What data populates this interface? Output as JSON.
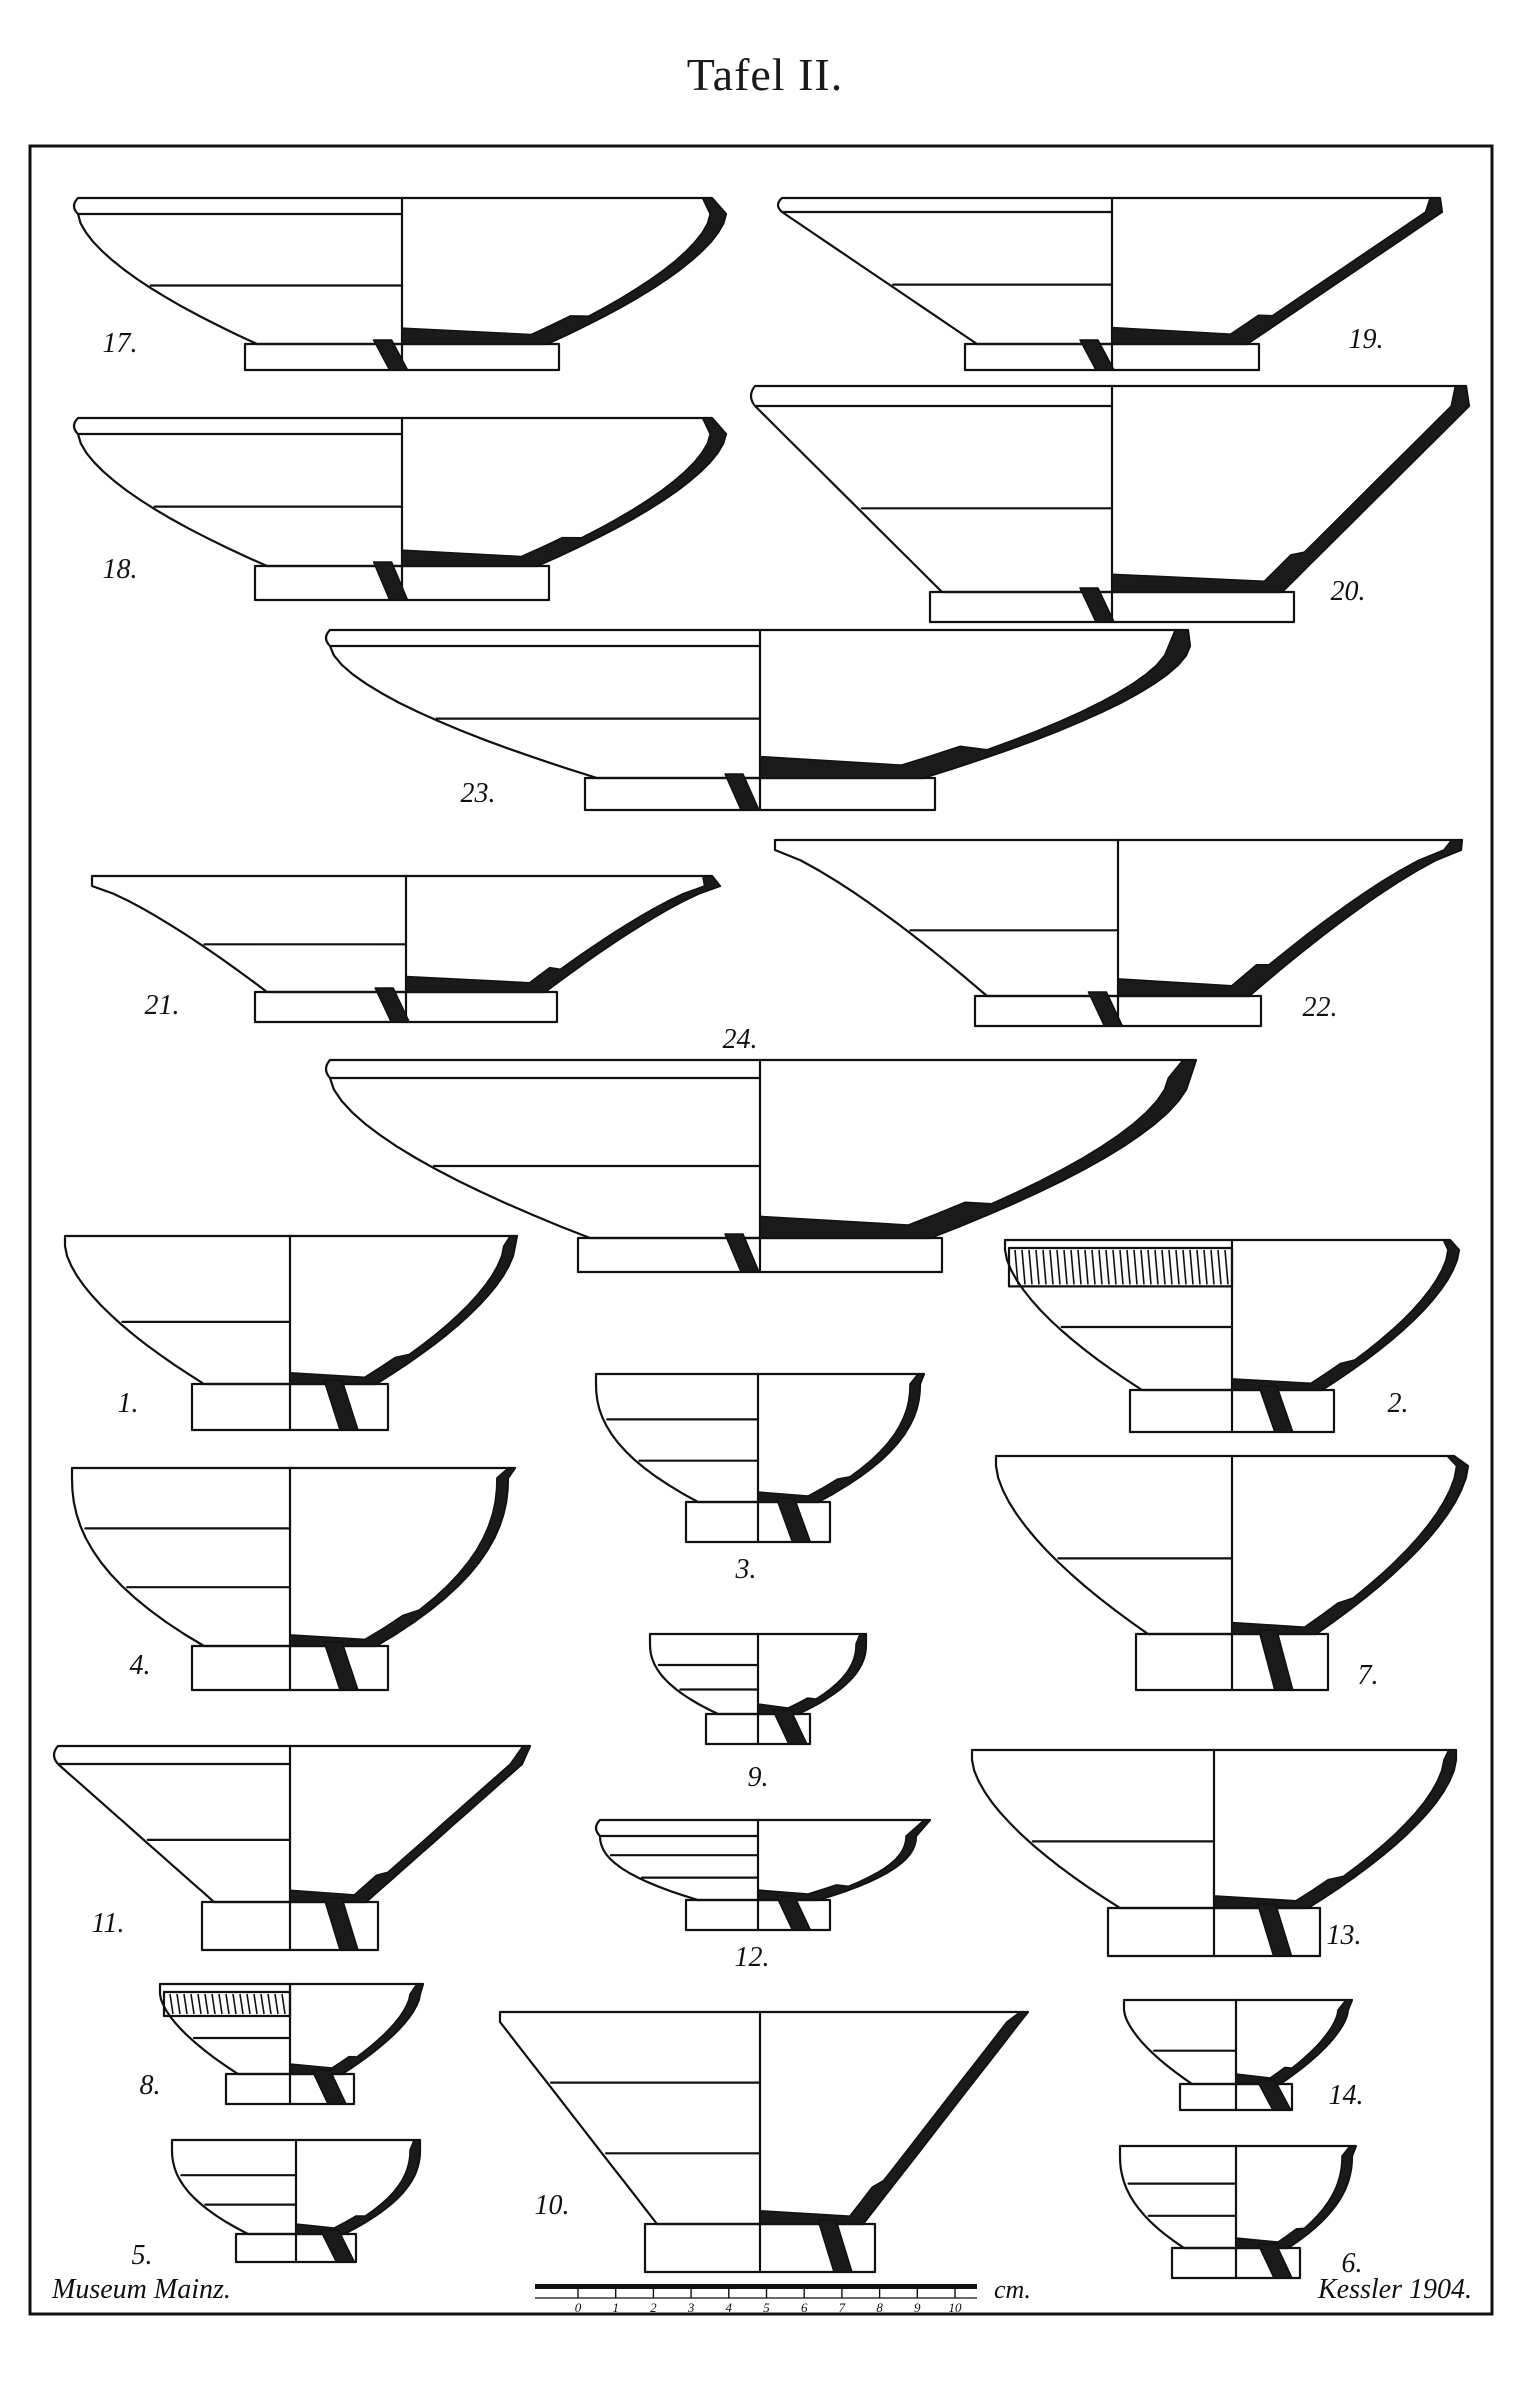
{
  "plate": {
    "title": "Tafel II.",
    "credit_left": "Museum Mainz.",
    "credit_right": "Kessler 1904.",
    "scale": {
      "unit": "cm.",
      "ticks": [
        "0",
        "1",
        "2",
        "3",
        "4",
        "5",
        "6",
        "7",
        "8",
        "9",
        "10"
      ]
    }
  },
  "vessels": [
    {
      "id": "17",
      "label": "17."
    },
    {
      "id": "19",
      "label": "19."
    },
    {
      "id": "18",
      "label": "18."
    },
    {
      "id": "20",
      "label": "20."
    },
    {
      "id": "23",
      "label": "23."
    },
    {
      "id": "21",
      "label": "21."
    },
    {
      "id": "22",
      "label": "22."
    },
    {
      "id": "24",
      "label": "24."
    },
    {
      "id": "1",
      "label": "1."
    },
    {
      "id": "2",
      "label": "2."
    },
    {
      "id": "3",
      "label": "3."
    },
    {
      "id": "4",
      "label": "4."
    },
    {
      "id": "7",
      "label": "7."
    },
    {
      "id": "9",
      "label": "9."
    },
    {
      "id": "11",
      "label": "11."
    },
    {
      "id": "12",
      "label": "12."
    },
    {
      "id": "13",
      "label": "13."
    },
    {
      "id": "8",
      "label": "8."
    },
    {
      "id": "10",
      "label": "10."
    },
    {
      "id": "14",
      "label": "14."
    },
    {
      "id": "5",
      "label": "5."
    },
    {
      "id": "6",
      "label": "6."
    }
  ]
}
